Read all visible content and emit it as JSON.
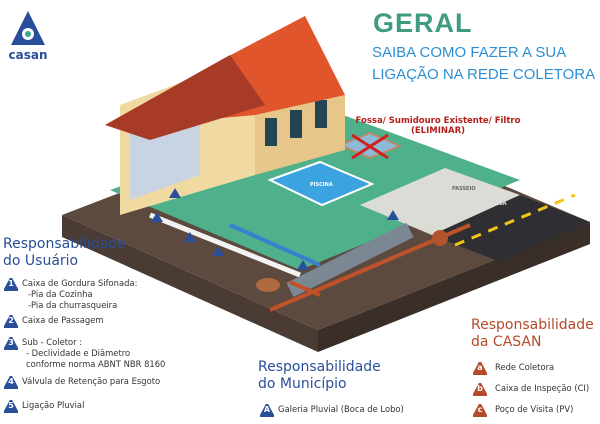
{
  "logo": {
    "text": "casan"
  },
  "header": {
    "title": "GERAL",
    "subtitle_line1": "SAIBA COMO FAZER A SUA",
    "subtitle_line2": "LIGAÇÃO NA REDE COLETORA"
  },
  "diagram": {
    "fossa_label": "Fossa/ Sumidouro Existente/ Filtro",
    "fossa_note": "(ELIMINAR)",
    "piscina": "PISCINA",
    "passeio": "PASSEIO",
    "rua": "RUA"
  },
  "usuario": {
    "heading_line1": "Responsabilidade",
    "heading_line2": "do Usuário",
    "items": [
      {
        "badge": "1",
        "lines": [
          "Caixa de Gordura Sifonada:",
          "-Pia da Cozinha",
          "-Pia da churrasqueira"
        ]
      },
      {
        "badge": "2",
        "lines": [
          "Caixa de Passagem"
        ]
      },
      {
        "badge": "3",
        "lines": [
          "Sub - Coletor :",
          "- Declividade e Diâmetro",
          "conforme norma ABNT NBR 8160"
        ]
      },
      {
        "badge": "4",
        "lines": [
          "Válvula de Retenção para Esgoto"
        ]
      },
      {
        "badge": "5",
        "lines": [
          "Ligação Pluvial"
        ]
      }
    ]
  },
  "municipio": {
    "heading_line1": "Responsabilidade",
    "heading_line2": "do Município",
    "items": [
      {
        "badge": "A",
        "label": "Galeria Pluvial (Boca de Lobo)"
      }
    ]
  },
  "casan": {
    "heading_line1": "Responsabilidade",
    "heading_line2": "da CASAN",
    "items": [
      {
        "badge": "a",
        "label": "Rede Coletora"
      },
      {
        "badge": "b",
        "label": "Caixa de Inspeção (CI)"
      },
      {
        "badge": "c",
        "label": "Poço de Visita (PV)"
      }
    ]
  },
  "colors": {
    "title": "#3f9c82",
    "subtitle": "#2d8fd3",
    "user": "#2a4f9a",
    "casan": "#b54a2a",
    "grass": "#4fb08c",
    "roof": "#e0552c"
  }
}
